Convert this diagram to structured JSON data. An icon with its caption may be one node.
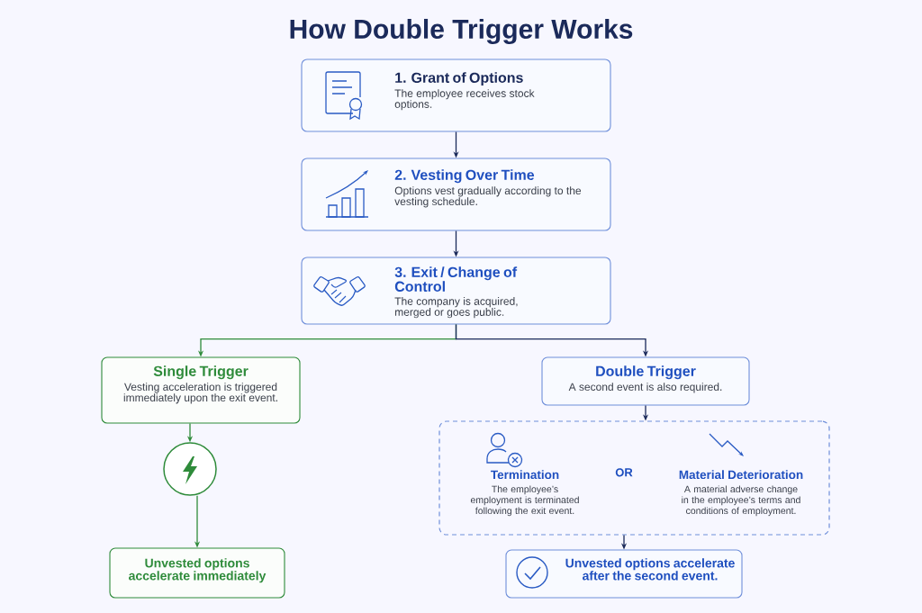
{
  "diagram": {
    "title": "How Double Trigger Works",
    "nodes": [
      {
        "text": [
          "1. Grant of Options",
          "The employee receives stock options."
        ]
      },
      {
        "text": [
          "2. Vesting Over Time",
          "Options vest gradually according to the vesting schedule."
        ]
      },
      {
        "text": [
          "3. Exit / Change of Control",
          "The company is acquired, merged or goes public."
        ]
      },
      {
        "text": [
          "Single Trigger",
          "Vesting acceleration is triggered immediately upon the exit event."
        ]
      },
      {
        "text": [],
        "shape": "circle"
      },
      {
        "text": [
          "Unvested options accelerate immediately"
        ]
      },
      {
        "text": [
          "Double Trigger",
          "A second event is also required."
        ]
      },
      {
        "text": [
          "OR"
        ]
      },
      {
        "text": [
          "Termination",
          "The employee’s employment is terminated following the exit event."
        ],
        "in": 7
      },
      {
        "text": [
          "Material Deterioration",
          "A material adverse change in the employee’s terms and conditions of employment."
        ],
        "in": 7
      },
      {
        "text": [
          "Unvested options accelerate after the second event."
        ]
      }
    ],
    "edges": [
      {
        "from": 0,
        "to": 1,
        "arrow": "to"
      },
      {
        "from": 1,
        "to": 2,
        "arrow": "to"
      },
      {
        "from": 2,
        "to": 3,
        "arrow": "to",
        "color": "#2e8b3a"
      },
      {
        "from": 2,
        "to": 6,
        "arrow": "to"
      },
      {
        "from": 3,
        "to": 4,
        "arrow": "to",
        "color": "#2e8b3a"
      },
      {
        "from": 4,
        "to": 5,
        "arrow": "to",
        "color": "#2e8b3a"
      },
      {
        "from": 6,
        "to": 7,
        "arrow": "to"
      },
      {
        "from": 7,
        "to": 10,
        "arrow": "to"
      }
    ]
  }
}
